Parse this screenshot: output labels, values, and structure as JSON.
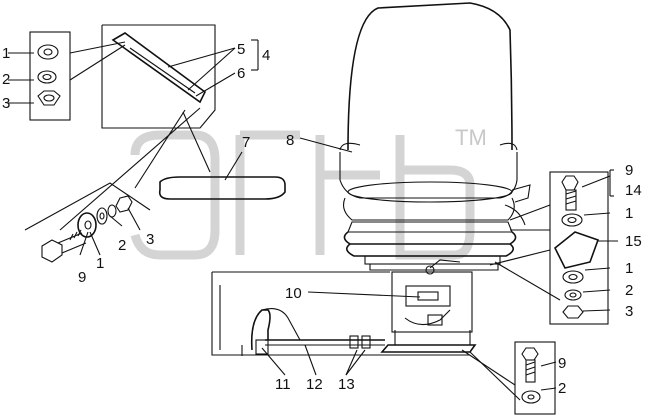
{
  "watermark": {
    "trademark": "TM"
  },
  "callouts": {
    "c1a": "1",
    "c2a": "2",
    "c3a": "3",
    "c5": "5",
    "c4": "4",
    "c6": "6",
    "c7": "7",
    "c8": "8",
    "c1b": "1",
    "c2b": "2",
    "c3b": "3",
    "c9a": "9",
    "c10": "10",
    "c11": "11",
    "c12": "12",
    "c13": "13",
    "c9b": "9",
    "c14": "14",
    "c1c": "1",
    "c15": "15",
    "c1d": "1",
    "c2c": "2",
    "c3c": "3",
    "c9c": "9",
    "c2d": "2"
  },
  "colors": {
    "ink": "#111111",
    "watermark": "#c8c8c8"
  }
}
